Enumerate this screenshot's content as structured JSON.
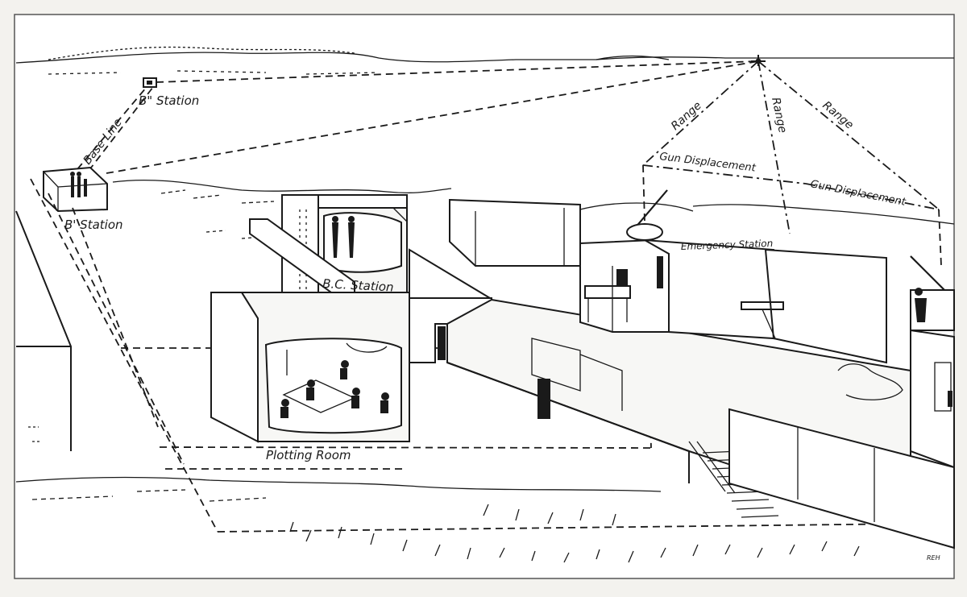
{
  "diagram": {
    "labels": {
      "b_double_prime_station": "B\" Station",
      "b_prime_station": "B' Station",
      "base_line": "Base Line",
      "range_1": "Range",
      "range_2": "Range",
      "range_3": "Range",
      "gun_displacement_1": "Gun Displacement",
      "gun_displacement_2": "Gun Displacement",
      "emergency_station": "Emergency Station",
      "bc_station": "B.C. Station",
      "plotting_room": "Plotting Room",
      "artist_initials": "REH"
    },
    "colors": {
      "paper": "#f3f2ee",
      "ink": "#1a1a1a",
      "frame": "#555555"
    }
  }
}
